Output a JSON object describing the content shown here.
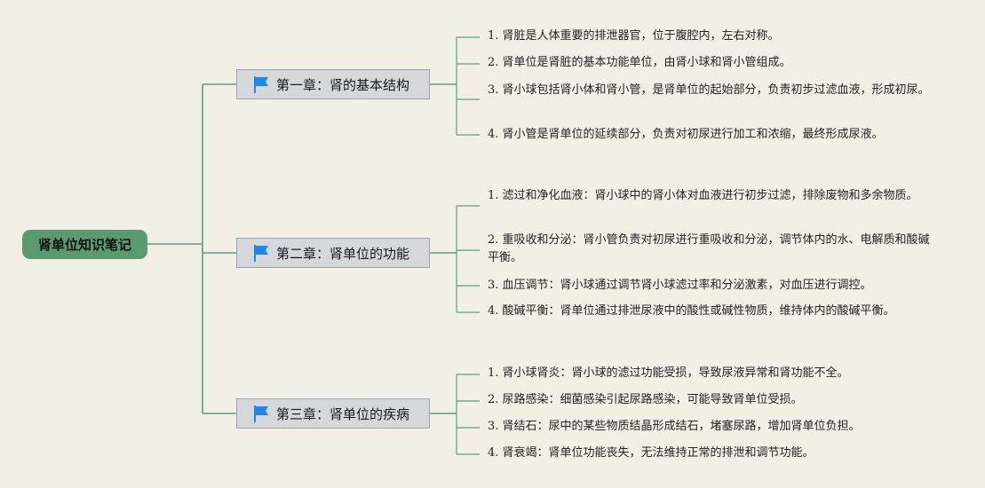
{
  "root": {
    "label": "肾单位知识笔记"
  },
  "chapters": [
    {
      "title": "第一章：肾的基本结构",
      "icon": "flag-icon",
      "items": [
        "1. 肾脏是人体重要的排泄器官，位于腹腔内，左右对称。",
        "2. 肾单位是肾脏的基本功能单位，由肾小球和肾小管组成。",
        "3. 肾小球包括肾小体和肾小管，是肾单位的起始部分，负责初步过滤血液，形成初尿。",
        "4. 肾小管是肾单位的延续部分，负责对初尿进行加工和浓缩，最终形成尿液。"
      ]
    },
    {
      "title": "第二章：肾单位的功能",
      "icon": "flag-icon",
      "items": [
        "1. 滤过和净化血液：肾小球中的肾小体对血液进行初步过滤，排除废物和多余物质。",
        "2. 重吸收和分泌：肾小管负责对初尿进行重吸收和分泌，调节体内的水、电解质和酸碱平衡。",
        "3. 血压调节：肾小球通过调节肾小球滤过率和分泌激素，对血压进行调控。",
        "4. 酸碱平衡：肾单位通过排泄尿液中的酸性或碱性物质，维持体内的酸碱平衡。"
      ]
    },
    {
      "title": "第三章：肾单位的疾病",
      "icon": "flag-icon",
      "items": [
        "1. 肾小球肾炎：肾小球的滤过功能受损，导致尿液异常和肾功能不全。",
        "2. 尿路感染：细菌感染引起尿路感染，可能导致肾单位受损。",
        "3. 肾结石：尿中的某些物质结晶形成结石，堵塞尿路，增加肾单位负担。",
        "4. 肾衰竭：肾单位功能丧失，无法维持正常的排泄和调节功能。"
      ]
    }
  ],
  "colors": {
    "background": "#f2f0e5",
    "root_fill": "#5a9a71",
    "chapter_fill": "#d5d8db",
    "connector": "#5f9a83",
    "flag": "#1e88e5"
  }
}
